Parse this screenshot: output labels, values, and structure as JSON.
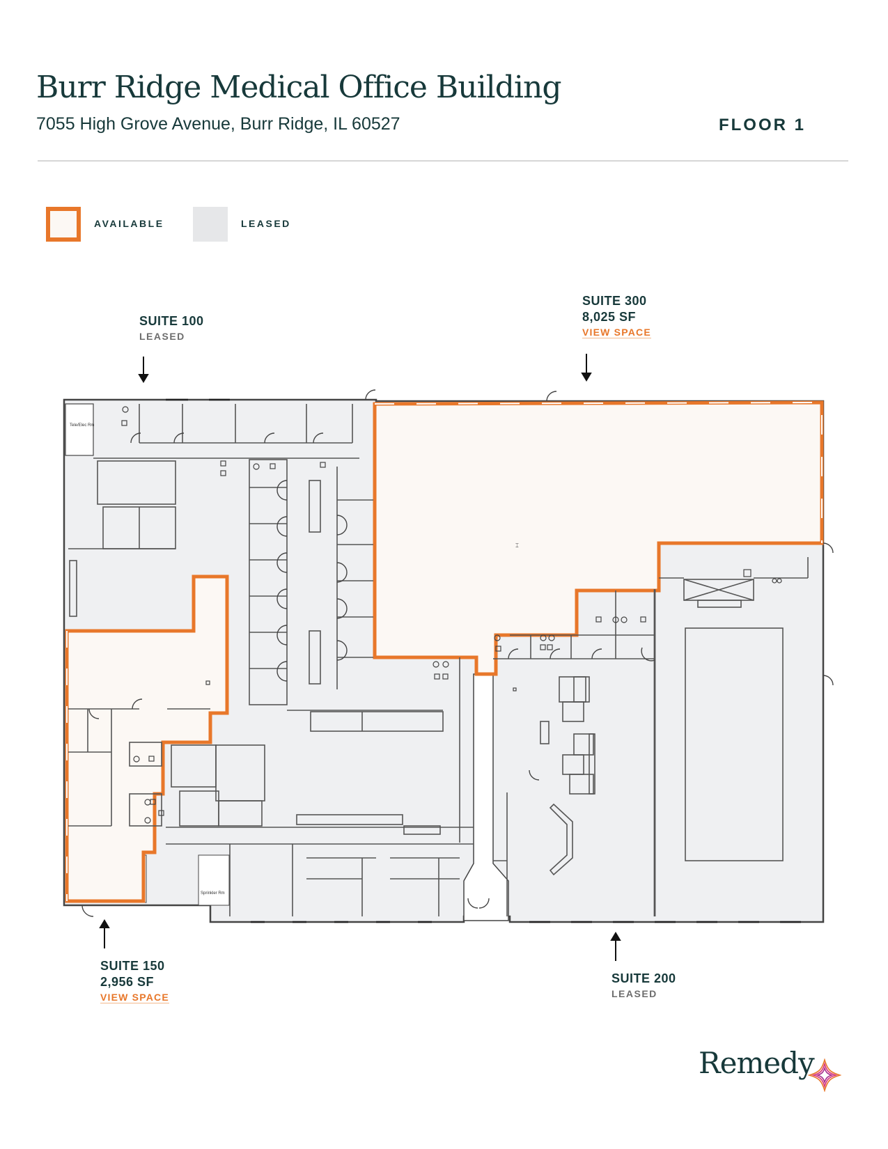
{
  "header": {
    "title": "Burr Ridge Medical Office Building",
    "address": "7055 High Grove Avenue, Burr Ridge, IL 60527",
    "floor": "FLOOR 1"
  },
  "legend": {
    "available": {
      "label": "AVAILABLE",
      "color": "#e8772a",
      "fill": "#fcf8f4"
    },
    "leased": {
      "label": "LEASED",
      "fill": "#e6e7e9"
    }
  },
  "suites": [
    {
      "id": "suite-100",
      "name": "SUITE 100",
      "status": "LEASED",
      "arrow": "down"
    },
    {
      "id": "suite-300",
      "name": "SUITE 300",
      "area": "8,025 SF",
      "link": "VIEW SPACE",
      "arrow": "down",
      "available": true
    },
    {
      "id": "suite-150",
      "name": "SUITE 150",
      "area": "2,956 SF",
      "link": "VIEW SPACE",
      "arrow": "up",
      "available": true
    },
    {
      "id": "suite-200",
      "name": "SUITE 200",
      "status": "LEASED",
      "arrow": "up"
    }
  ],
  "room_labels": {
    "tele_elec": "Tele/Elec Rm",
    "sprinkler": "Sprinkler Rm"
  },
  "brand": {
    "name": "Remedy",
    "accent_colors": [
      "#e8772a",
      "#d9367a",
      "#a72f8f"
    ]
  },
  "colors": {
    "text": "#17393a",
    "available_outline": "#e8772a",
    "available_fill": "#fcf8f4",
    "leased_fill": "#eff0f2",
    "wall": "#444444"
  }
}
